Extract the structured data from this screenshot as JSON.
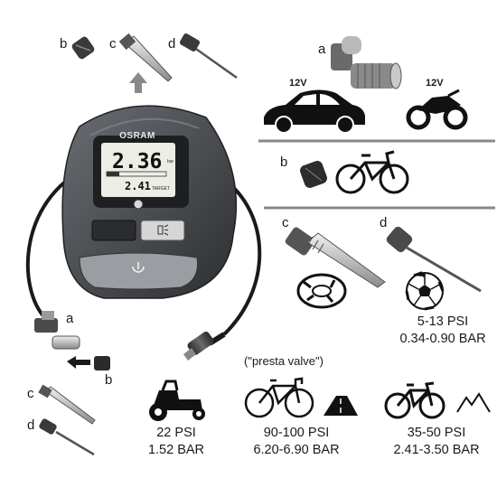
{
  "device": {
    "brand": "OSRAM",
    "display_pressure": "2.36",
    "display_unit": "bar",
    "display_target": "2.41",
    "display_target_label": "TARGET"
  },
  "labels": {
    "adapter_a": "a",
    "adapter_b": "b",
    "adapter_c": "c",
    "adapter_d": "d"
  },
  "vehicles": {
    "car_voltage": "12V",
    "motorcycle_voltage": "12V"
  },
  "ball_spec": {
    "psi": "5-13 PSI",
    "bar": "0.34-0.90 BAR"
  },
  "presta_note": "(\"presta valve\")",
  "specs": [
    {
      "psi": "22 PSI",
      "bar": "1.52 BAR"
    },
    {
      "psi": "90-100 PSI",
      "bar": "6.20-6.90 BAR"
    },
    {
      "psi": "35-50 PSI",
      "bar": "2.41-3.50 BAR"
    }
  ]
}
